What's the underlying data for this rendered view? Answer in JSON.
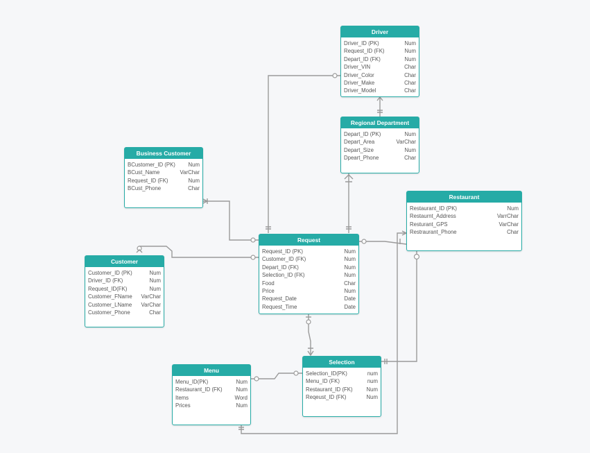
{
  "theme": {
    "header_color": "#26aba6",
    "line_color": "#9a9a9a",
    "background": "#f6f7f9"
  },
  "entities": [
    {
      "id": "driver",
      "title": "Driver",
      "attributes": [
        {
          "name": "Driver_ID (PK)",
          "type": "Num"
        },
        {
          "name": "Request_ID (FK)",
          "type": "Num"
        },
        {
          "name": "Depart_ID (FK)",
          "type": "Num"
        },
        {
          "name": "Driver_VIN",
          "type": "Char"
        },
        {
          "name": "Driver_Color",
          "type": "Char"
        },
        {
          "name": "Driver_Make",
          "type": "Char"
        },
        {
          "name": "Driver_Model",
          "type": "Char"
        }
      ]
    },
    {
      "id": "regional-department",
      "title": "Regional Department",
      "attributes": [
        {
          "name": "Depart_ID (PK)",
          "type": "Num"
        },
        {
          "name": "Depart_Area",
          "type": "VarChar"
        },
        {
          "name": "Depart_Size",
          "type": "Num"
        },
        {
          "name": "Dpeart_Phone",
          "type": "Char"
        }
      ]
    },
    {
      "id": "business-customer",
      "title": "Business Customer",
      "attributes": [
        {
          "name": "BCustomer_ID (PK)",
          "type": "Num"
        },
        {
          "name": "BCust_Name",
          "type": "VarChar"
        },
        {
          "name": "Request_ID (FK)",
          "type": "Num"
        },
        {
          "name": "BCust_Phone",
          "type": "Char"
        }
      ]
    },
    {
      "id": "restaurant",
      "title": "Restaurant",
      "attributes": [
        {
          "name": "Restaurant_ID (PK)",
          "type": "Num"
        },
        {
          "name": "Restaurnt_Address",
          "type": "VarrChar"
        },
        {
          "name": "Resturant_GPS",
          "type": "VarChar"
        },
        {
          "name": "Restraurant_Phone",
          "type": "Char"
        }
      ]
    },
    {
      "id": "request",
      "title": "Request",
      "attributes": [
        {
          "name": "Request_ID (PK)",
          "type": "Num"
        },
        {
          "name": "Customer_ID (FK)",
          "type": "Num"
        },
        {
          "name": "Depart_ID (FK)",
          "type": "Num"
        },
        {
          "name": "Selection_ID (FK)",
          "type": "Num"
        },
        {
          "name": "Food",
          "type": "Char"
        },
        {
          "name": "Price",
          "type": "Num"
        },
        {
          "name": "Request_Date",
          "type": "Date"
        },
        {
          "name": "Request_Time",
          "type": "Date"
        }
      ]
    },
    {
      "id": "customer",
      "title": "Customer",
      "attributes": [
        {
          "name": "Customer_ID (PK)",
          "type": "Num"
        },
        {
          "name": "Driver_ID (FK)",
          "type": "Num"
        },
        {
          "name": "Request_ID(FK)",
          "type": "Num"
        },
        {
          "name": "Customer_FName",
          "type": "VarChar"
        },
        {
          "name": "Customer_LName",
          "type": "VarChar"
        },
        {
          "name": "Customer_Phone",
          "type": "Char"
        }
      ]
    },
    {
      "id": "menu",
      "title": "Menu",
      "attributes": [
        {
          "name": "Menu_ID(PK)",
          "type": "Num"
        },
        {
          "name": "Restaurant_ID (FK)",
          "type": "Num"
        },
        {
          "name": "Items",
          "type": "Word"
        },
        {
          "name": "Prices",
          "type": "Num"
        }
      ]
    },
    {
      "id": "selection",
      "title": "Selection",
      "attributes": [
        {
          "name": "Selection_ID(PK)",
          "type": "num"
        },
        {
          "name": "Menu_ID (FK)",
          "type": "num"
        },
        {
          "name": "Restaurant_ID (FK)",
          "type": "Num"
        },
        {
          "name": "Reqeust_ID (FK)",
          "type": "Num"
        }
      ]
    }
  ]
}
